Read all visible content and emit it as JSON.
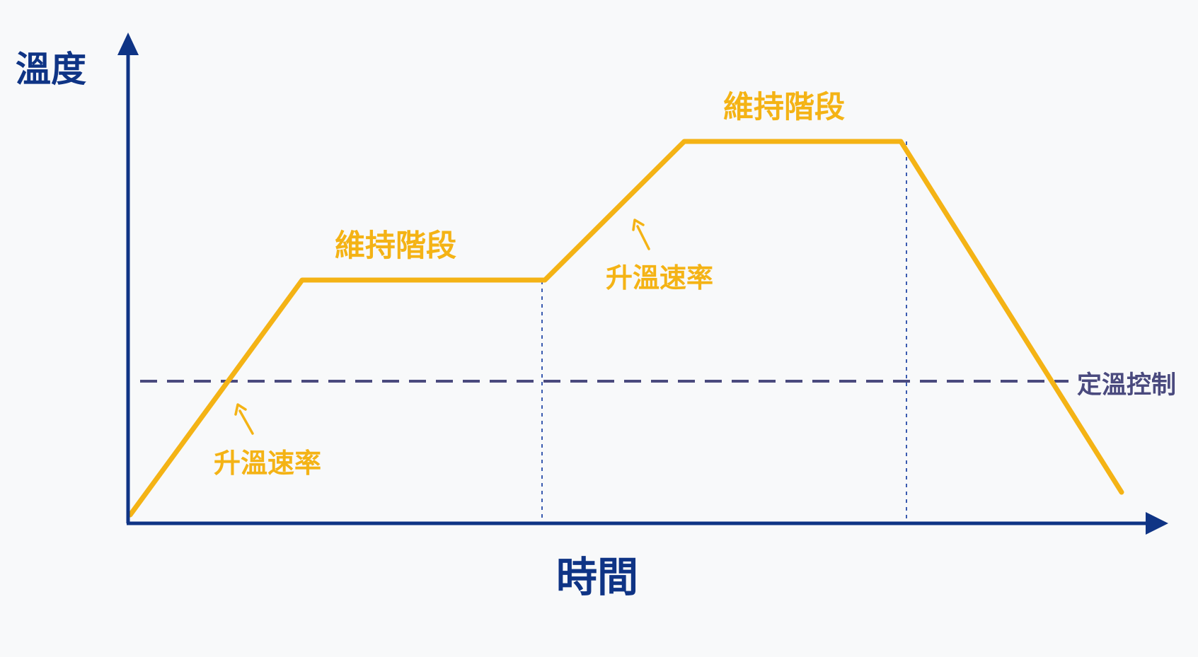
{
  "labels": {
    "y_axis": "溫度",
    "x_axis": "時間",
    "hold_1": "維持階段",
    "hold_2": "維持階段",
    "ramp_1": "升溫速率",
    "ramp_2": "升溫速率",
    "constant_temp": "定溫控制"
  },
  "colors": {
    "axis": "#0f3485",
    "profile": "#f4b315",
    "reference": "#4a4a7e",
    "guide": "#3a5bb0",
    "background": "#f8f9fa"
  }
}
